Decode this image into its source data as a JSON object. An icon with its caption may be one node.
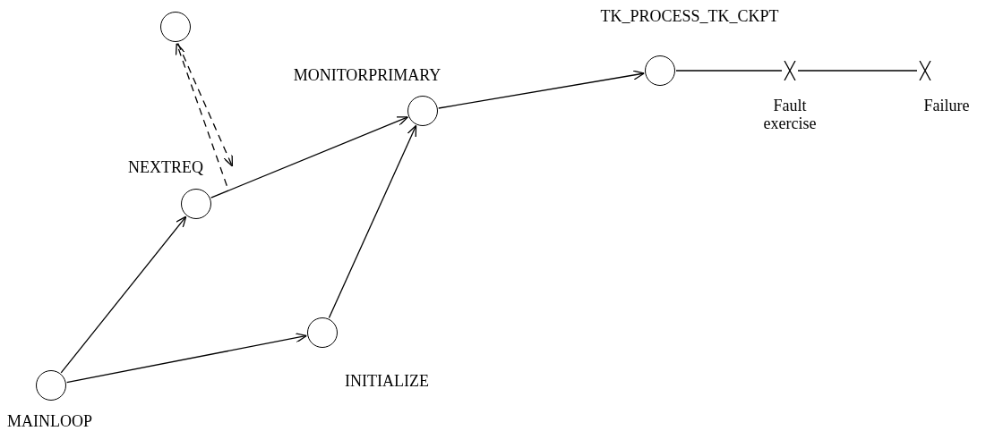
{
  "diagram": {
    "nodes": [
      {
        "text": [],
        "shape": "circle"
      },
      {
        "text": [
          "NEXTREQ"
        ]
      },
      {
        "text": [
          "MONITORPRIMARY"
        ]
      },
      {
        "text": [
          "TK_PROCESS_TK_CKPT"
        ]
      },
      {
        "text": [
          "Fault exercise"
        ]
      },
      {
        "text": [
          "Failure"
        ]
      },
      {
        "text": [
          "INITIALIZE"
        ]
      },
      {
        "text": [
          "MAINLOOP"
        ]
      }
    ],
    "edges": [
      {
        "from": 7,
        "to": 1,
        "arrow": "to"
      },
      {
        "from": 7,
        "to": 6,
        "arrow": "to"
      },
      {
        "from": 1,
        "to": 2,
        "arrow": "to"
      },
      {
        "from": 6,
        "to": 2,
        "arrow": "to"
      },
      {
        "from": 2,
        "to": 3,
        "arrow": "to"
      },
      {
        "from": 3,
        "to": 4,
        "arrow": "none"
      },
      {
        "from": 4,
        "to": 5,
        "arrow": "none"
      },
      {
        "from": 0,
        "to": null,
        "arrow": "to",
        "style": "dashed"
      },
      {
        "from": null,
        "to": 0,
        "arrow": "to",
        "style": "dashed"
      }
    ]
  }
}
